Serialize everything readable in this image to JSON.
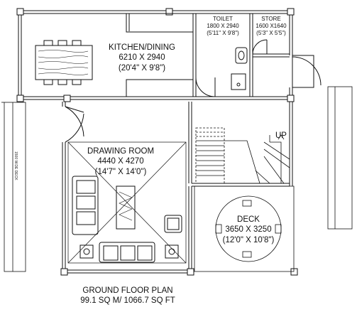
{
  "rooms": {
    "kitchen": {
      "name": "KITCHEN/DINING",
      "metric": "6210 X 2940",
      "imperial": "(20'4\" X 9'8\")"
    },
    "toilet": {
      "name": "TOILET",
      "metric": "1800 X 2940",
      "imperial": "(5'11\" X 9'8\")"
    },
    "store": {
      "name": "STORE",
      "metric": "1600 X1640",
      "imperial": "(5'3\" X 5'5\")"
    },
    "drawing": {
      "name": "DRAWING ROOM",
      "metric": "4440 X 4270",
      "imperial": "(14'7\" X 14'0\")"
    },
    "deck": {
      "name": "DECK",
      "metric": "3650 X 3250",
      "imperial": "(12'0\" X 10'8\")"
    }
  },
  "stair_label": "UP",
  "side_deck_label": "1500 W.DE DECK",
  "plan_title": "GROUND FLOOR PLAN",
  "plan_area": "99.1 SQ M/ 1066.7 SQ FT"
}
